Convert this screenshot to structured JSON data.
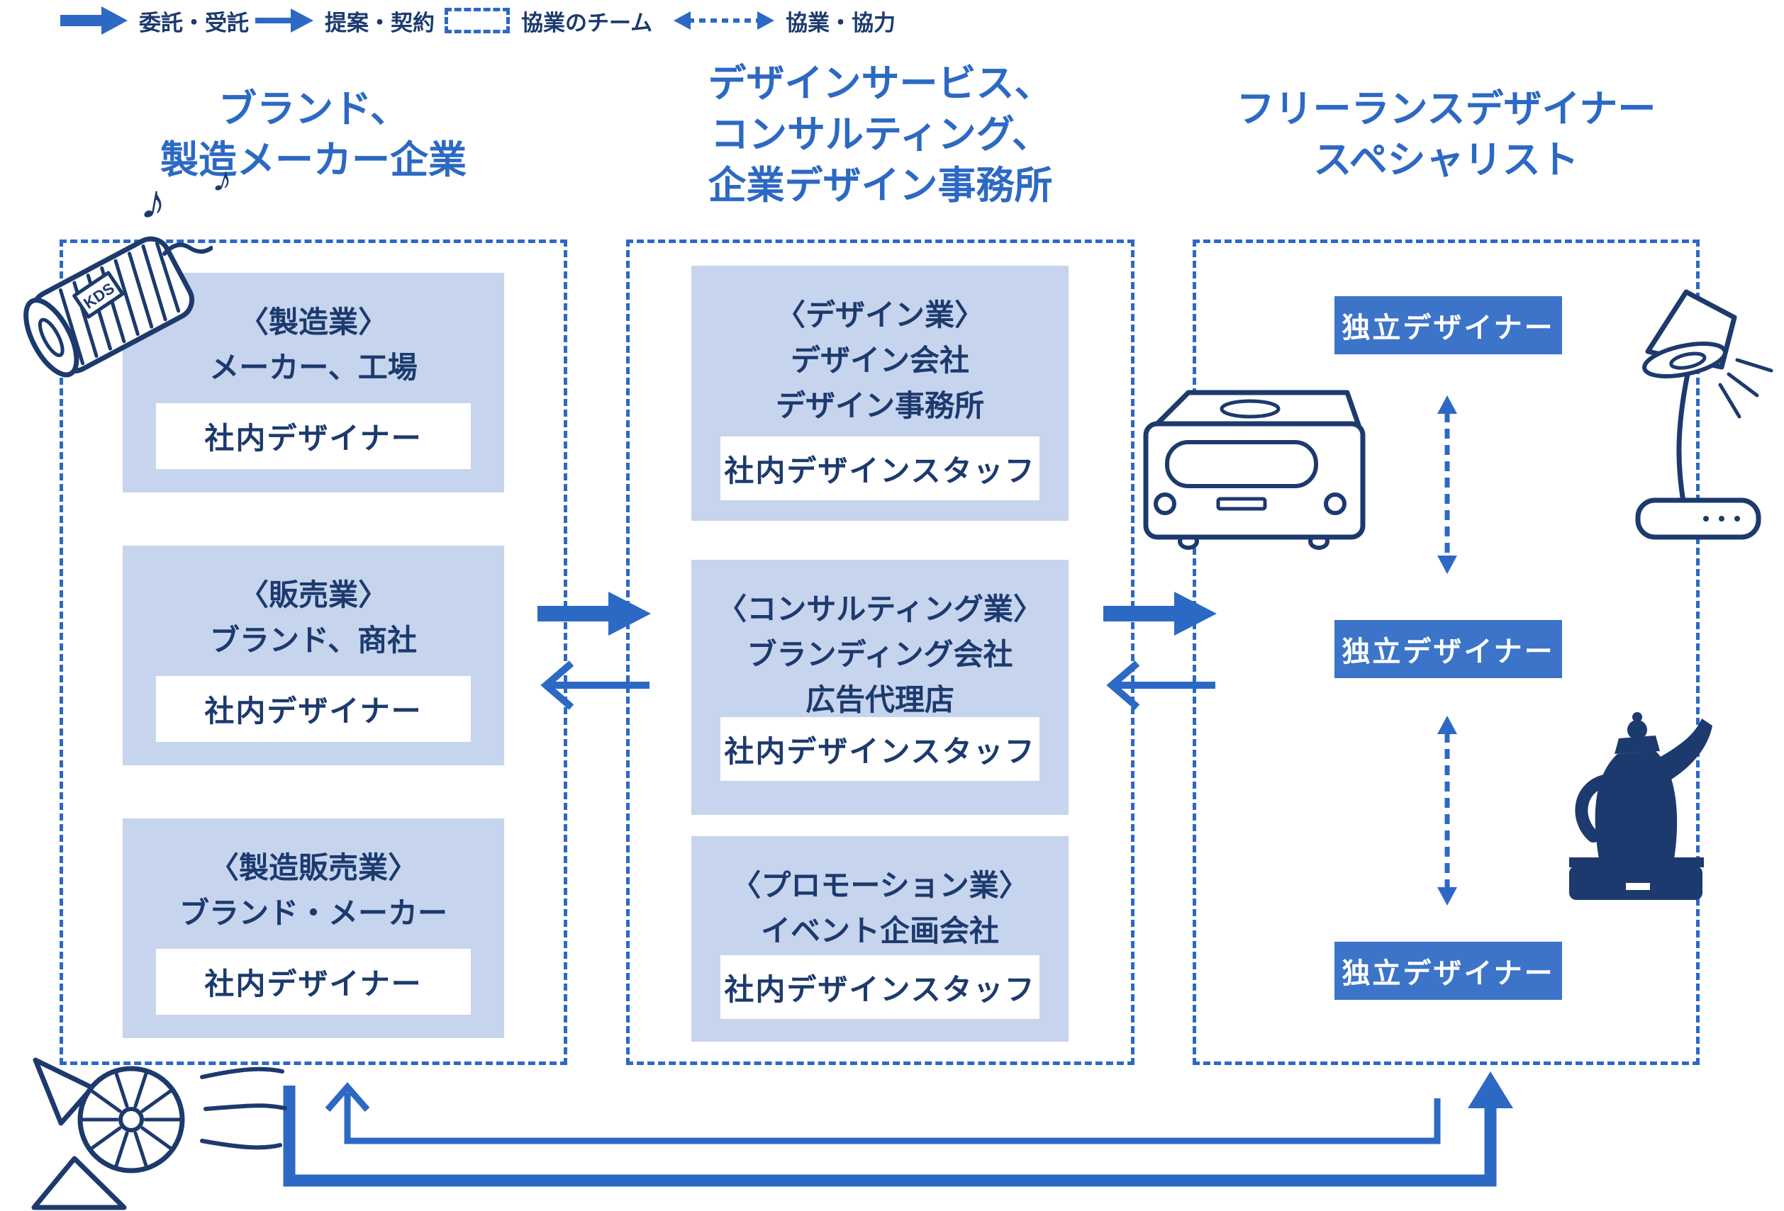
{
  "legend": {
    "items": [
      {
        "icon": "thick-arrow-icon",
        "label": "委託・受託"
      },
      {
        "icon": "thin-arrow-icon",
        "label": "提案・契約"
      },
      {
        "icon": "dashed-box-icon",
        "label": "協業のチーム"
      },
      {
        "icon": "dashed-double-arrow-icon",
        "label": "協業・協力"
      }
    ]
  },
  "columns": [
    {
      "title_lines": [
        "ブランド、",
        "製造メーカー企業"
      ],
      "boxes": [
        {
          "category": "〈製造業〉",
          "members": [
            "メーカー、工場"
          ],
          "staff": "社内デザイナー"
        },
        {
          "category": "〈販売業〉",
          "members": [
            "ブランド、商社"
          ],
          "staff": "社内デザイナー"
        },
        {
          "category": "〈製造販売業〉",
          "members": [
            "ブランド・メーカー"
          ],
          "staff": "社内デザイナー"
        }
      ]
    },
    {
      "title_lines": [
        "デザインサービス、",
        "コンサルティング、",
        "企業デザイン事務所"
      ],
      "boxes": [
        {
          "category": "〈デザイン業〉",
          "members": [
            "デザイン会社",
            "デザイン事務所"
          ],
          "staff": "社内デザインスタッフ"
        },
        {
          "category": "〈コンサルティング業〉",
          "members": [
            "ブランディング会社",
            "広告代理店"
          ],
          "staff": "社内デザインスタッフ"
        },
        {
          "category": "〈プロモーション業〉",
          "members": [
            "イベント企画会社"
          ],
          "staff": "社内デザインスタッフ"
        }
      ]
    },
    {
      "title_lines": [
        "フリーランスデザイナー",
        "スペシャリスト"
      ],
      "independent": [
        "独立デザイナー",
        "独立デザイナー",
        "独立デザイナー"
      ]
    }
  ],
  "illustrations": {
    "speaker_label": "KDS",
    "music_notes": [
      "♪",
      "♪"
    ]
  },
  "colors": {
    "accent_blue": "#2c69c4",
    "button_blue": "#3b74c8",
    "light_box_fill": "#c6d4ed",
    "navy": "#1c3a6e",
    "background": "#ffffff"
  }
}
